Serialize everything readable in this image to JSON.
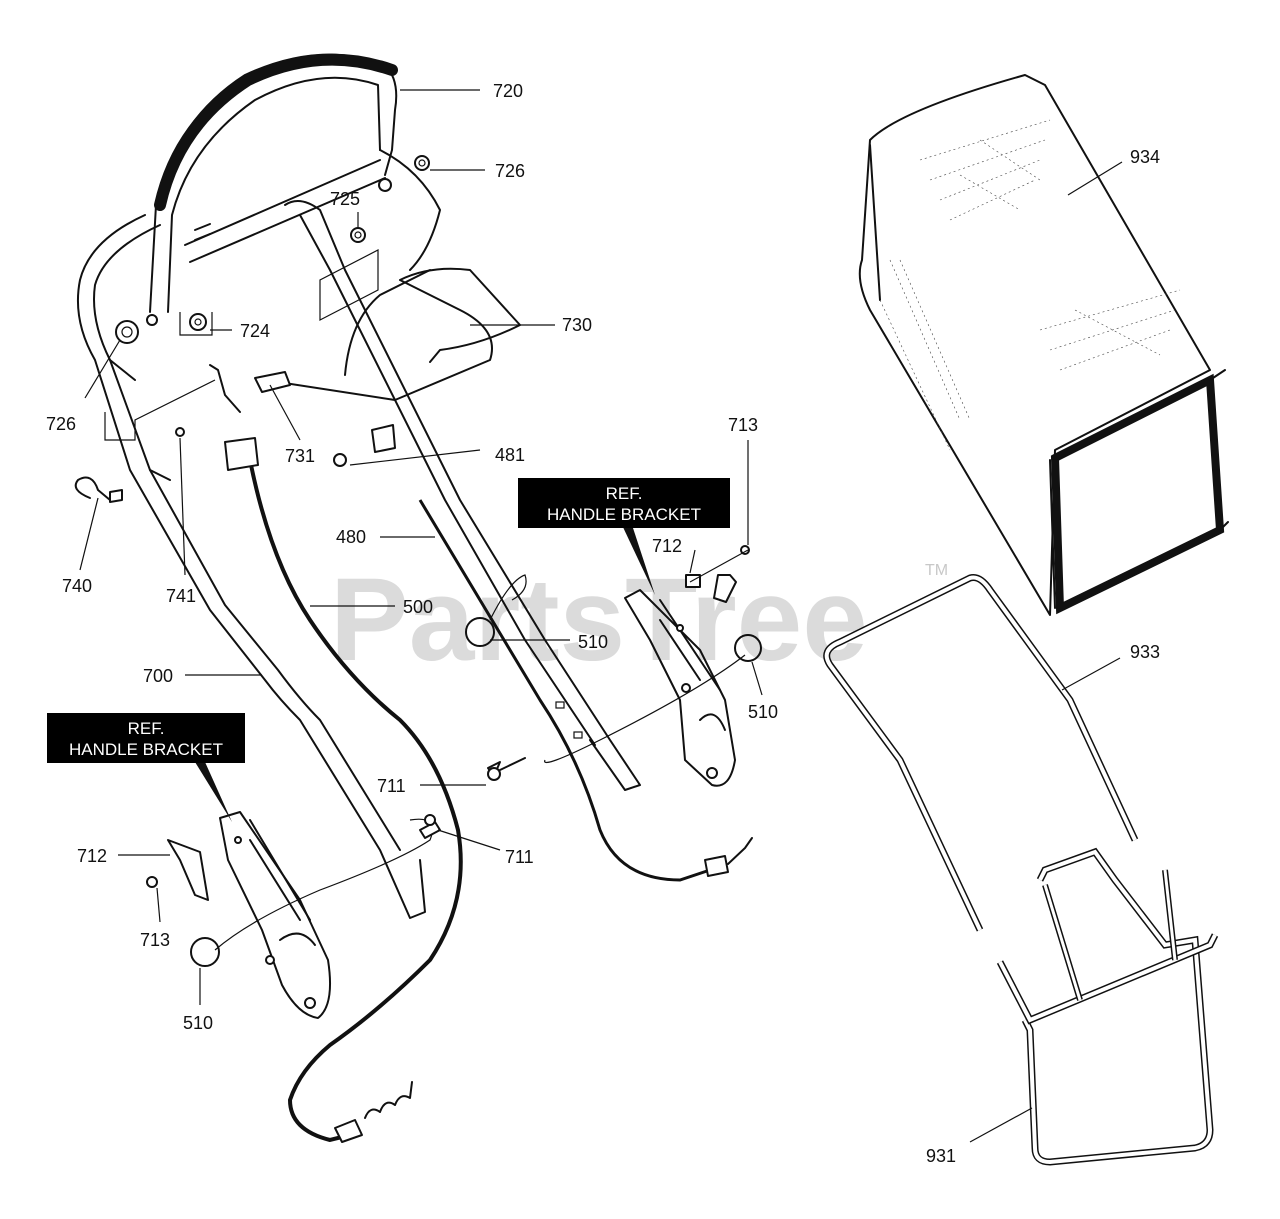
{
  "watermark": {
    "text": "PartsTree",
    "trademark": "TM"
  },
  "reference_labels": [
    {
      "id": "ref-1",
      "line1": "REF.",
      "line2": "HANDLE BRACKET"
    },
    {
      "id": "ref-2",
      "line1": "REF.",
      "line2": "HANDLE BRACKET"
    }
  ],
  "callouts": [
    {
      "id": "c720",
      "label": "720"
    },
    {
      "id": "c726a",
      "label": "726"
    },
    {
      "id": "c725",
      "label": "725"
    },
    {
      "id": "c730",
      "label": "730"
    },
    {
      "id": "c724",
      "label": "724"
    },
    {
      "id": "c726b",
      "label": "726"
    },
    {
      "id": "c731",
      "label": "731"
    },
    {
      "id": "c481",
      "label": "481"
    },
    {
      "id": "c713a",
      "label": "713"
    },
    {
      "id": "c740",
      "label": "740"
    },
    {
      "id": "c741",
      "label": "741"
    },
    {
      "id": "c480",
      "label": "480"
    },
    {
      "id": "c712a",
      "label": "712"
    },
    {
      "id": "c500",
      "label": "500"
    },
    {
      "id": "c510a",
      "label": "510"
    },
    {
      "id": "c510b",
      "label": "510"
    },
    {
      "id": "c700",
      "label": "700"
    },
    {
      "id": "c711a",
      "label": "711"
    },
    {
      "id": "c711b",
      "label": "711"
    },
    {
      "id": "c712b",
      "label": "712"
    },
    {
      "id": "c713b",
      "label": "713"
    },
    {
      "id": "c510c",
      "label": "510"
    },
    {
      "id": "c934",
      "label": "934"
    },
    {
      "id": "c933",
      "label": "933"
    },
    {
      "id": "c931",
      "label": "931"
    }
  ]
}
